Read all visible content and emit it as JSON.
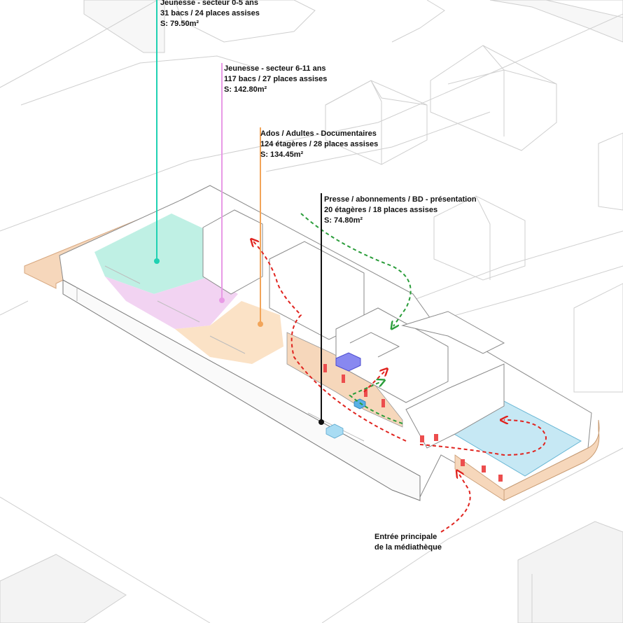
{
  "callouts": [
    {
      "id": "jeunesse-0-5",
      "line1": "Jeunesse - secteur 0-5 ans",
      "line2": "31 bacs / 24 places assises",
      "line3": "S: 79.50m²",
      "color": "#1fd1b2"
    },
    {
      "id": "jeunesse-6-11",
      "line1": "Jeunesse - secteur 6-11 ans",
      "line2": "117 bacs / 27 places assises",
      "line3": "S: 142.80m²",
      "color": "#e89ae6"
    },
    {
      "id": "ados-adultes",
      "line1": "Ados / Adultes - Documentaires",
      "line2": "124 étagères / 28 places assises",
      "line3": "S: 134.45m²",
      "color": "#f2a55a"
    },
    {
      "id": "presse",
      "line1": "Presse / abonnements / BD - présentation",
      "line2": "20 étagères / 18 places assises",
      "line3": "S: 74.80m²",
      "color": "#111111"
    }
  ],
  "entrance": {
    "line1": "Entrée principale",
    "line2": "de la médiathèque"
  },
  "colors": {
    "zone_0_5": "#bff0e4",
    "zone_6_11": "#f2d3f2",
    "zone_ados": "#fbe2c6",
    "zone_water": "#c6e8f4",
    "wall_peach": "#f6d7bb",
    "panel_red": "#ec4d4d",
    "flow_red": "#e0241f",
    "flow_green": "#2a9d3a",
    "blue_volume": "#6f6fe0",
    "context_line": "#cfcfcf"
  }
}
